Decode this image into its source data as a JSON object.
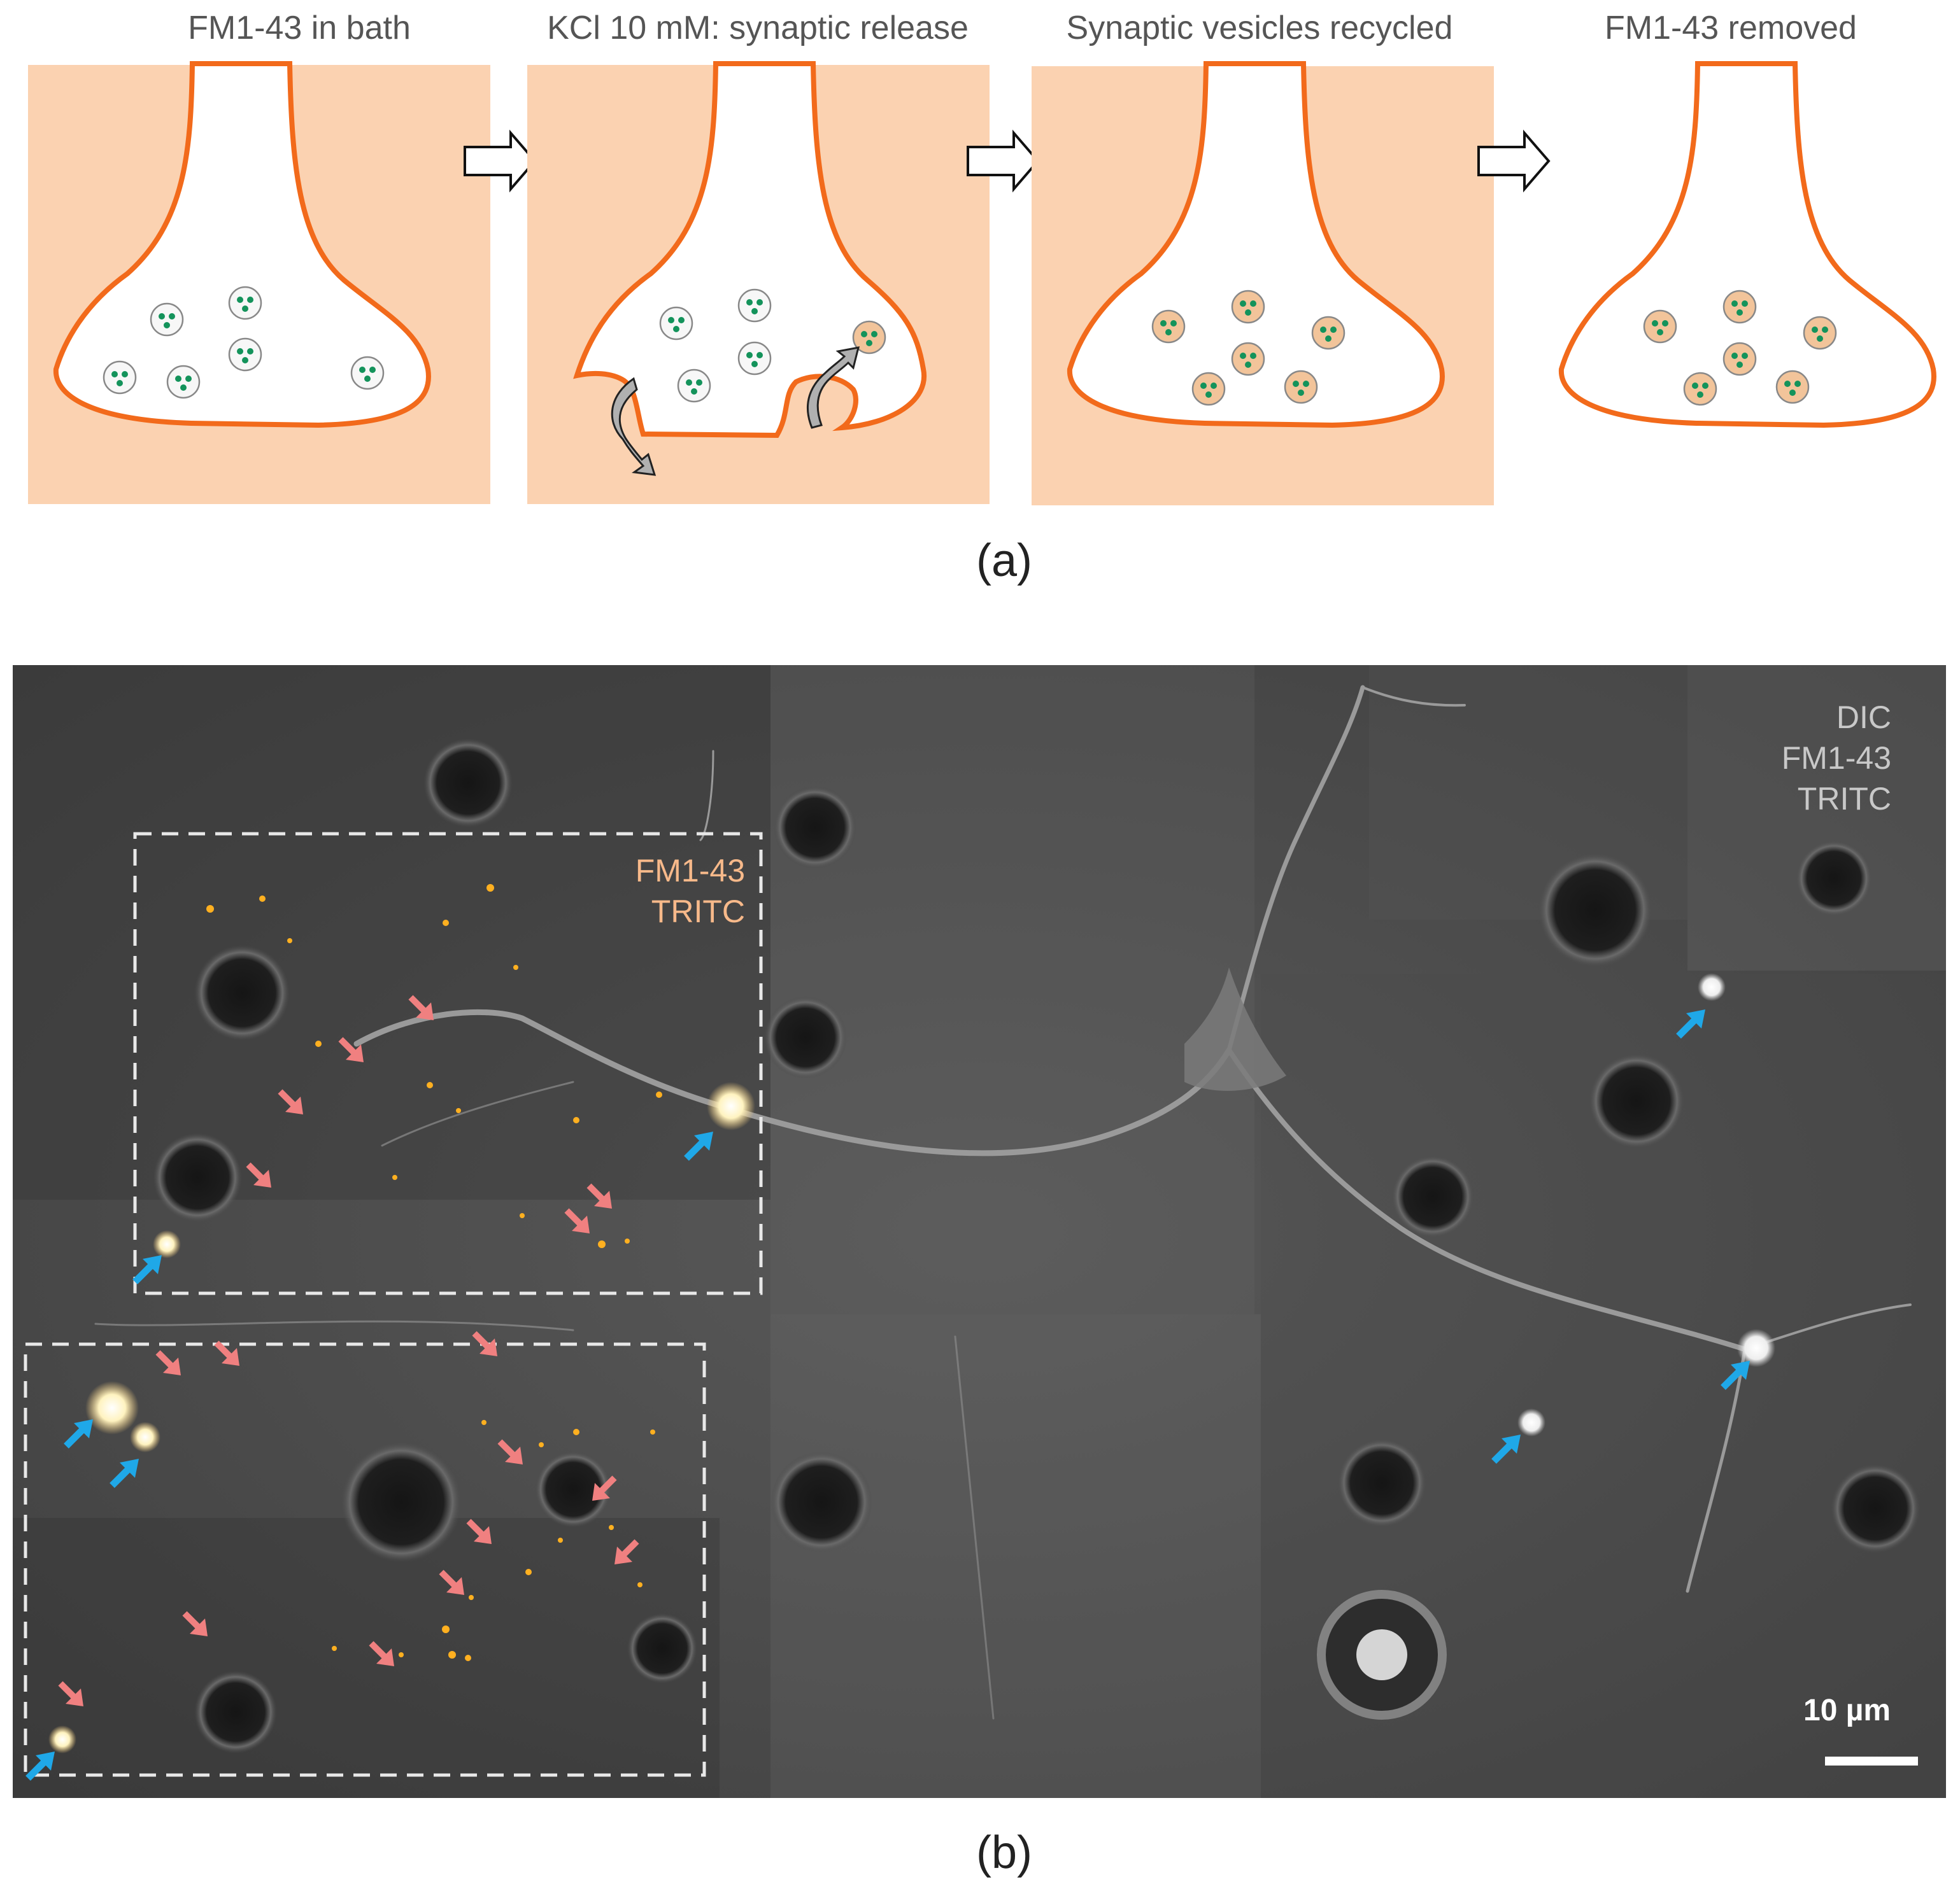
{
  "panel_a": {
    "label": "(a)",
    "stages": [
      {
        "title": "FM1-43 in bath",
        "bath": true,
        "vesicles": "unlabeled"
      },
      {
        "title": "KCl 10 mM: synaptic release",
        "bath": true,
        "vesicles": "mixed"
      },
      {
        "title": "Synaptic vesicles recycled",
        "bath": true,
        "vesicles": "labeled"
      },
      {
        "title": "FM1-43 removed",
        "bath": false,
        "vesicles": "labeled"
      }
    ],
    "colors": {
      "bath": "#fbd2b1",
      "membrane": "#f26a1b",
      "vesicle_unlabeled": "#f7f7f7",
      "vesicle_labeled": "#f2c49a",
      "vesicle_dots": "#14935b"
    }
  },
  "panel_b": {
    "label": "(b)",
    "box1_channels": [
      "FM1-43",
      "TRITC"
    ],
    "overview_channels": [
      "DIC",
      "FM1-43",
      "TRITC"
    ],
    "scale_bar_label": "10 µm",
    "colors": {
      "fm143_text": "#f7b98a",
      "overview_text": "#c8c8c8",
      "pink_arrow": "#f08080",
      "blue_arrow": "#1fa8e8",
      "puncta": "#ffb020"
    }
  }
}
